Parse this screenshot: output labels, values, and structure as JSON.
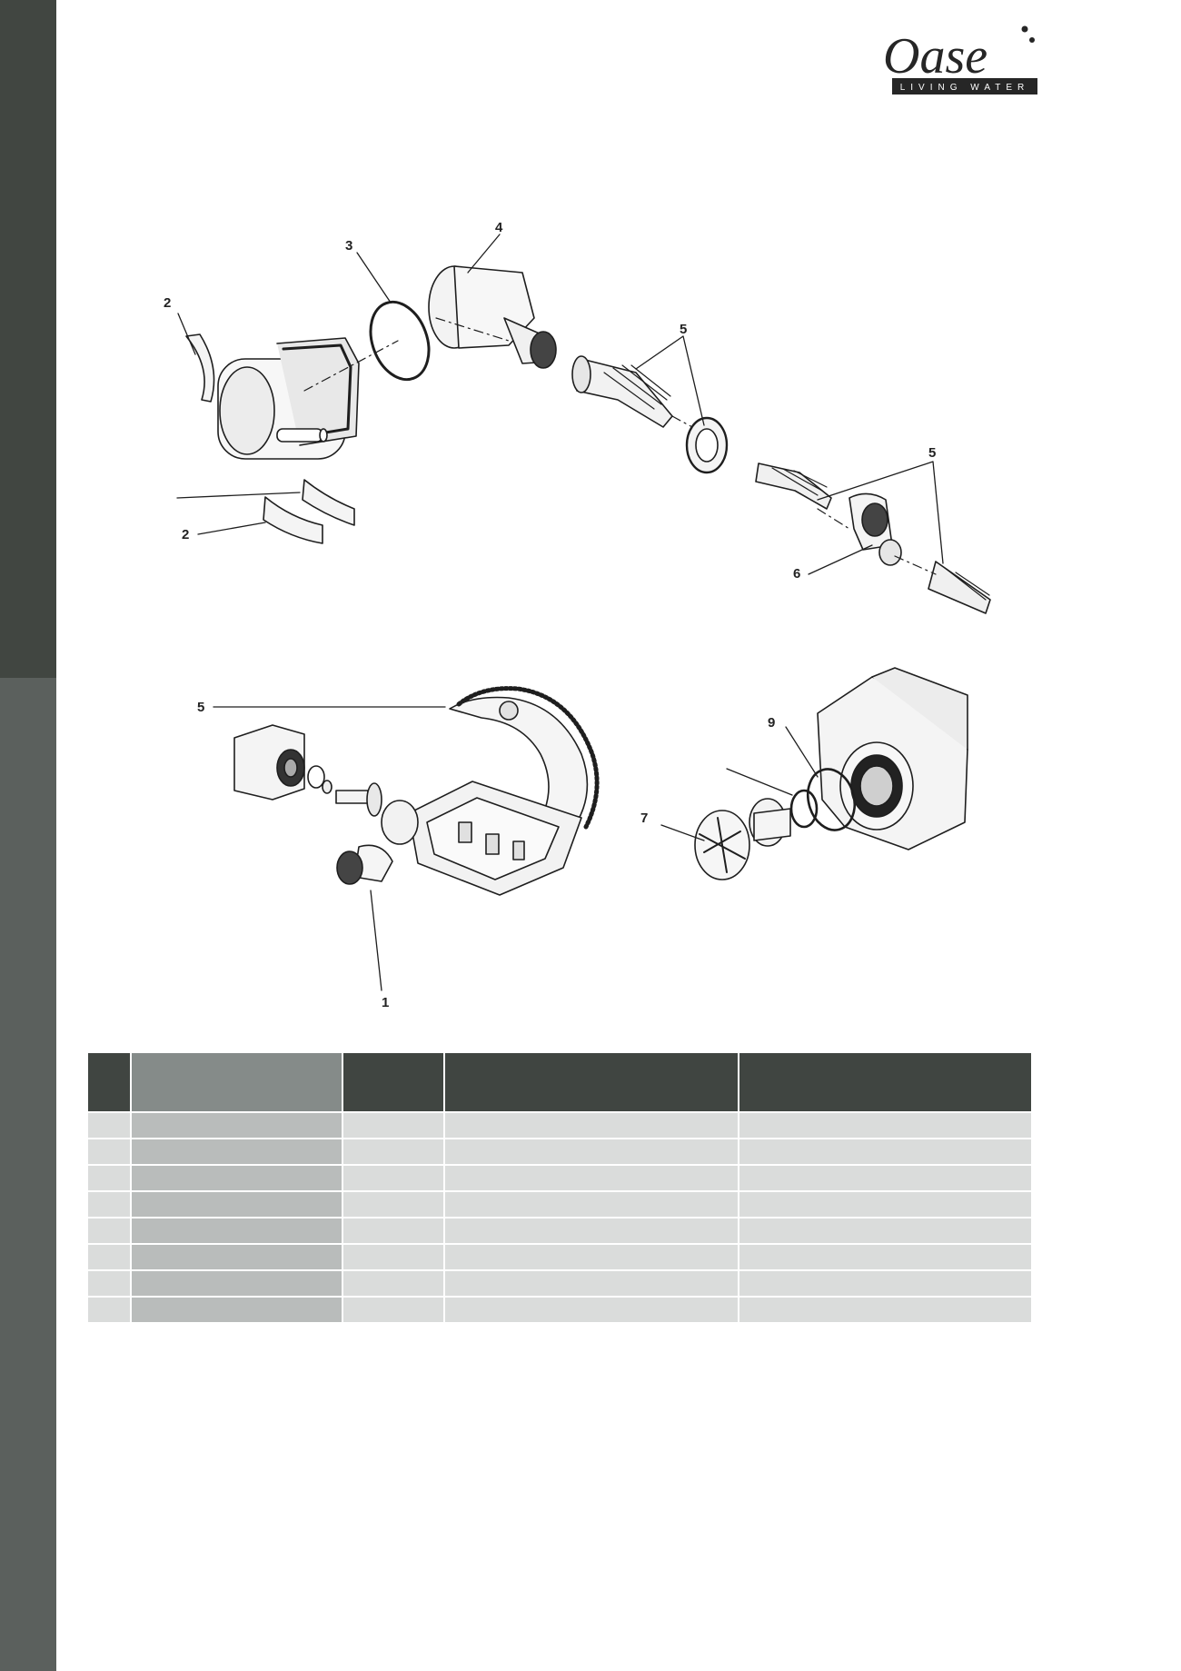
{
  "brand": {
    "name": "Oase",
    "tagline": "LIVING WATER",
    "logo_bg": "#262626"
  },
  "exploded_view_1": {
    "callouts": [
      "2",
      "3",
      "4",
      "5",
      "5",
      "2",
      "6"
    ]
  },
  "exploded_view_2": {
    "callouts": [
      "5",
      "9",
      "7",
      "1"
    ]
  },
  "parts_table": {
    "header_color": "#404541",
    "name_header_color": "#858b89",
    "row_color": "#dadcdb",
    "name_col_color": "#b9bcbb",
    "columns": [
      "",
      "",
      "",
      "",
      ""
    ],
    "rows": [
      [
        "",
        "",
        "",
        "",
        ""
      ],
      [
        "",
        "",
        "",
        "",
        ""
      ],
      [
        "",
        "",
        "",
        "",
        ""
      ],
      [
        "",
        "",
        "",
        "",
        ""
      ],
      [
        "",
        "",
        "",
        "",
        ""
      ],
      [
        "",
        "",
        "",
        "",
        ""
      ],
      [
        "",
        "",
        "",
        "",
        ""
      ],
      [
        "",
        "",
        "",
        "",
        ""
      ]
    ]
  }
}
